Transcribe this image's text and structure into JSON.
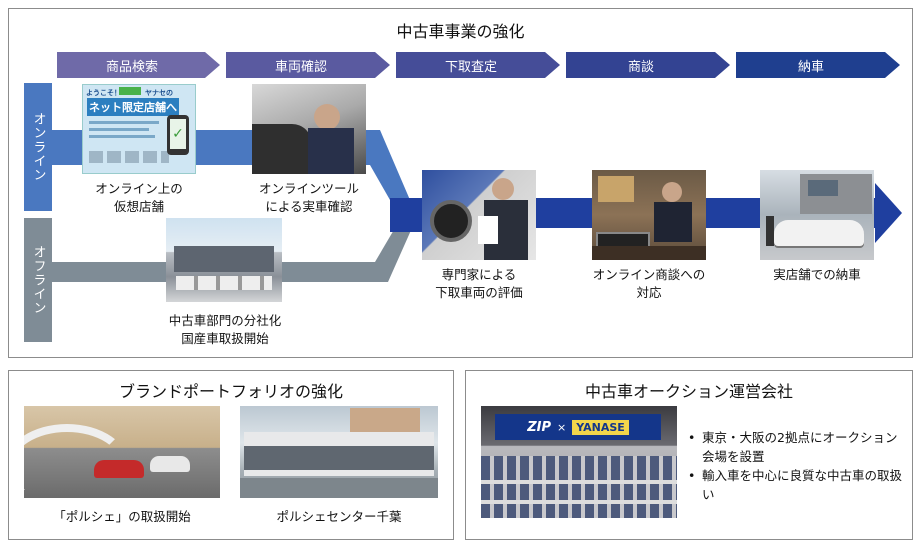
{
  "main_panel": {
    "title": "中古車事業の強化",
    "steps": [
      "商品検索",
      "車両確認",
      "下取査定",
      "商談",
      "納車"
    ],
    "lanes": {
      "online": "オンライン",
      "offline": "オフライン"
    },
    "items": {
      "virtual_store": {
        "caption": [
          "オンライン上の",
          "仮想店舗"
        ],
        "banner_small": "ようこそ！",
        "banner_brand": "ヤナセの",
        "banner_main": "ネット限定店舗へ"
      },
      "online_tool": {
        "caption": [
          "オンラインツール",
          "による実車確認"
        ]
      },
      "spinoff": {
        "caption": [
          "中古車部門の分社化",
          "国産車取扱開始"
        ]
      },
      "appraisal": {
        "caption": [
          "専門家による",
          "下取車両の評価"
        ]
      },
      "negotiation": {
        "caption": [
          "オンライン商談への",
          "対応"
        ]
      },
      "delivery": {
        "caption": [
          "実店舗での納車"
        ]
      }
    }
  },
  "brand_panel": {
    "title": "ブランドポートフォリオの強化",
    "items": [
      {
        "caption": "「ポルシェ」の取扱開始"
      },
      {
        "caption": "ポルシェセンター千葉"
      }
    ]
  },
  "auction_panel": {
    "title": "中古車オークション運営会社",
    "banner": {
      "left": "ZIP",
      "x": "×",
      "right": "YANASE"
    },
    "bullets": [
      "東京・大阪の2拠点にオークション会場を設置",
      "輸入車を中心に良質な中古車の取扱い"
    ]
  },
  "colors": {
    "chevron_light": "#6f6aa8",
    "chevron_dark": "#1f3f8f",
    "online_lane": "#4a78c0",
    "offline_lane": "#7f8c96",
    "main_flow": "#1f3f9f"
  }
}
